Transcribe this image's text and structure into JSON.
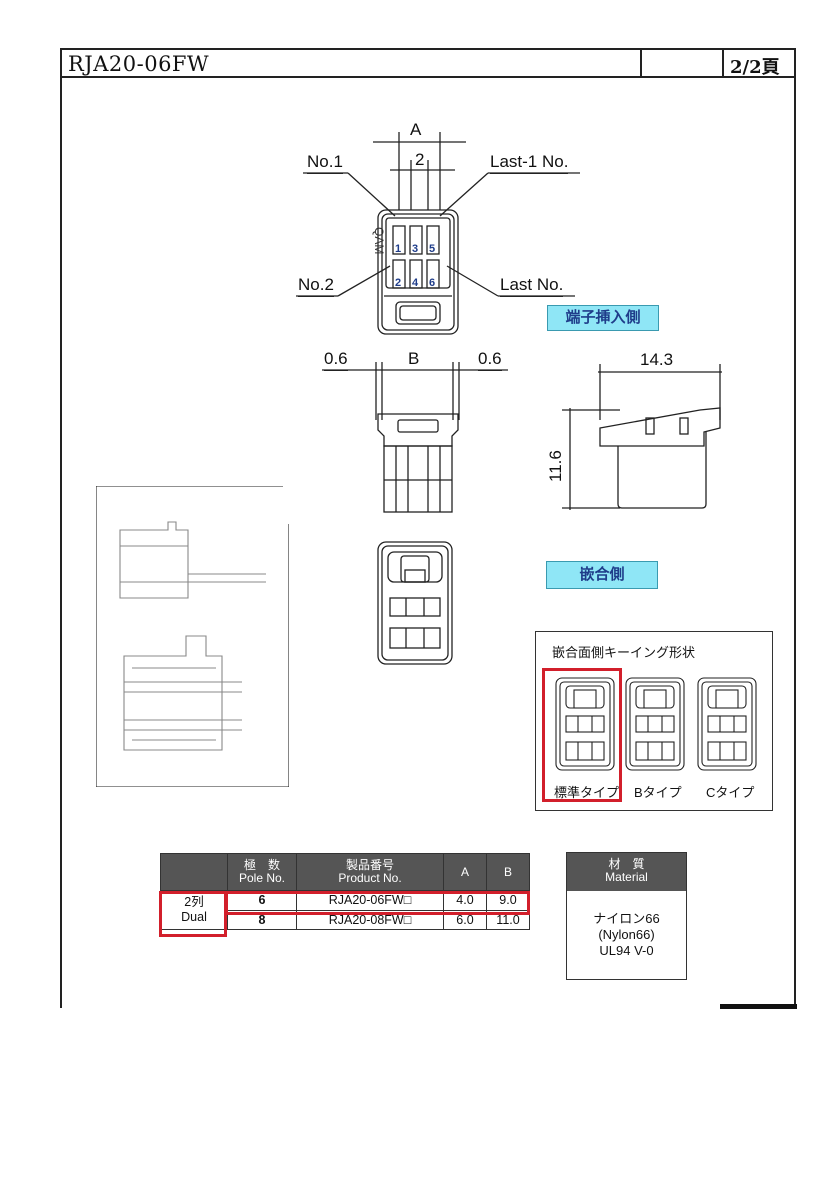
{
  "header": {
    "part_number": "RJA20-06FW",
    "page": "2/2頁"
  },
  "dimensions": {
    "a": "A",
    "two": "2",
    "b": "B",
    "gap_left": "0.6",
    "gap_right": "0.6",
    "length": "14.3",
    "height": "11.6"
  },
  "callouts": {
    "no1": "No.1",
    "no2": "No.2",
    "last_minus_1": "Last-1 No.",
    "last": "Last No."
  },
  "pin_numbers": [
    "1",
    "3",
    "5",
    "2",
    "4",
    "6"
  ],
  "badges": {
    "terminal_side": "端子挿入側",
    "mating_side": "嵌合側"
  },
  "keying": {
    "title": "嵌合面側キーイング形状",
    "types": [
      "標準タイプ",
      "Bタイプ",
      "Cタイプ"
    ]
  },
  "table": {
    "headers": {
      "pole_jp": "極　数",
      "pole_en": "Pole No.",
      "product_jp": "製品番号",
      "product_en": "Product No.",
      "a": "A",
      "b": "B"
    },
    "group_jp": "2列",
    "group_en": "Dual",
    "rows": [
      {
        "pole": "6",
        "product": "RJA20-06FW□",
        "a": "4.0",
        "b": "9.0"
      },
      {
        "pole": "8",
        "product": "RJA20-08FW□",
        "a": "6.0",
        "b": "11.0"
      }
    ]
  },
  "material": {
    "header_jp": "材　質",
    "header_en": "Material",
    "line1": "ナイロン66",
    "line2": "(Nylon66)",
    "line3": "UL94 V-0"
  },
  "colors": {
    "highlight": "#d21f2b",
    "badge": "#8fe6f6",
    "pin_number": "#1f3d8a"
  }
}
